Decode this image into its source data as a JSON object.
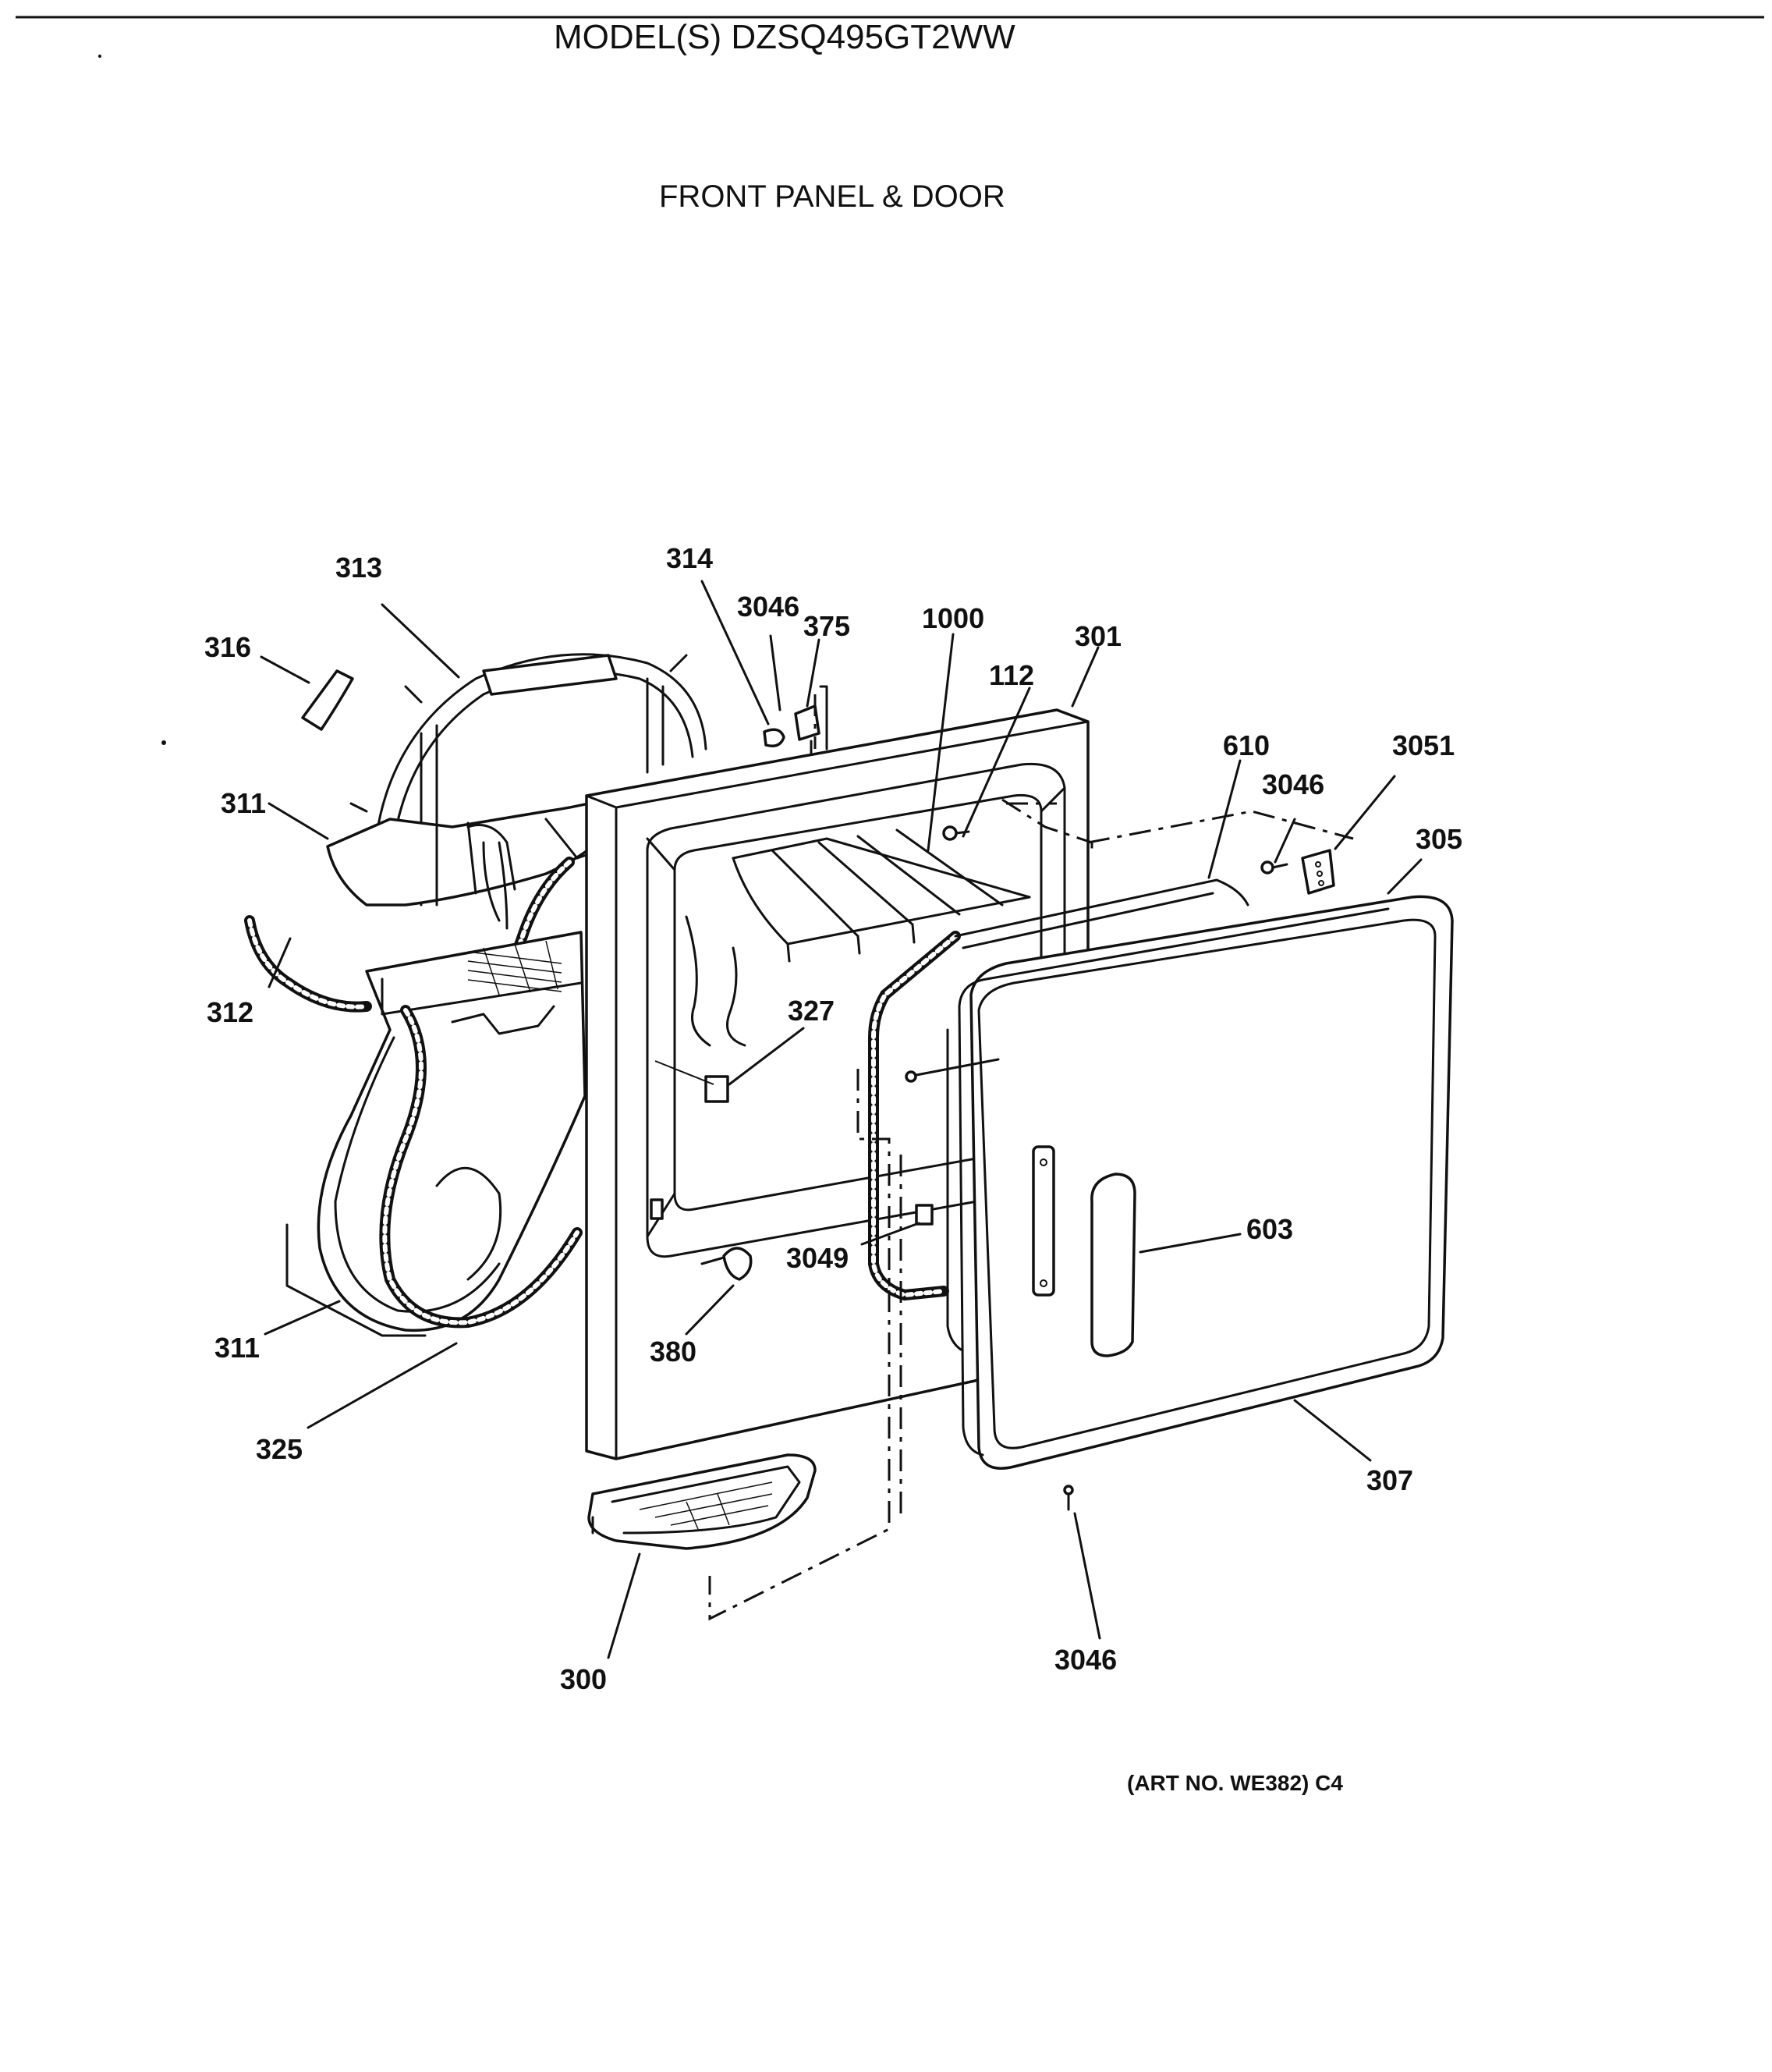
{
  "header": {
    "model": "MODEL(S) DZSQ495GT2WW",
    "section": "FRONT PANEL & DOOR"
  },
  "footer": {
    "art_no": "(ART NO. WE382) C4"
  },
  "callouts": [
    {
      "id": "c-313",
      "label": "313"
    },
    {
      "id": "c-314",
      "label": "314"
    },
    {
      "id": "c-316",
      "label": "316"
    },
    {
      "id": "c-3046a",
      "label": "3046"
    },
    {
      "id": "c-375",
      "label": "375"
    },
    {
      "id": "c-1000",
      "label": "1000"
    },
    {
      "id": "c-301",
      "label": "301"
    },
    {
      "id": "c-112",
      "label": "112"
    },
    {
      "id": "c-610",
      "label": "610"
    },
    {
      "id": "c-3051",
      "label": "3051"
    },
    {
      "id": "c-3046b",
      "label": "3046"
    },
    {
      "id": "c-305",
      "label": "305"
    },
    {
      "id": "c-311a",
      "label": "311"
    },
    {
      "id": "c-312",
      "label": "312"
    },
    {
      "id": "c-327",
      "label": "327"
    },
    {
      "id": "c-603",
      "label": "603"
    },
    {
      "id": "c-3049",
      "label": "3049"
    },
    {
      "id": "c-311b",
      "label": "311"
    },
    {
      "id": "c-380",
      "label": "380"
    },
    {
      "id": "c-325",
      "label": "325"
    },
    {
      "id": "c-307",
      "label": "307"
    },
    {
      "id": "c-300",
      "label": "300"
    },
    {
      "id": "c-3046c",
      "label": "3046"
    }
  ]
}
